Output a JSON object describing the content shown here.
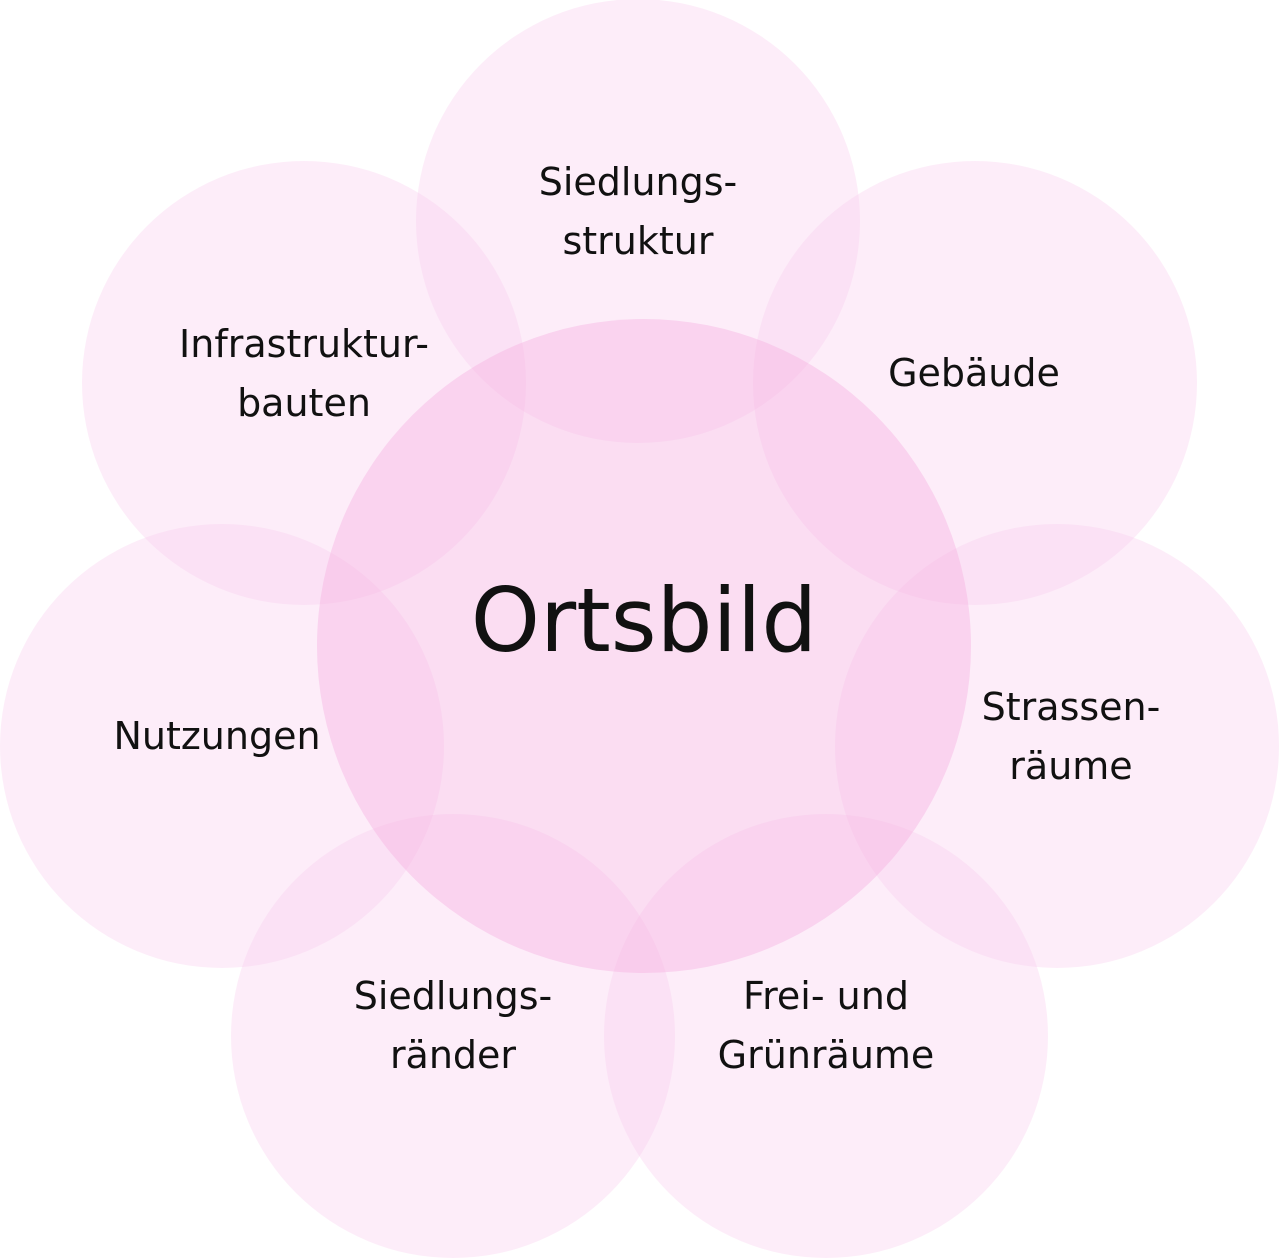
{
  "diagram": {
    "center": {
      "label": "Ortsbild"
    },
    "nodes": [
      {
        "id": "siedlungsstruktur",
        "lines": [
          "Siedlungs-",
          "struktur"
        ]
      },
      {
        "id": "gebaeude",
        "lines": [
          "Gebäude"
        ]
      },
      {
        "id": "strassenraeume",
        "lines": [
          "Strassen-",
          "räume"
        ]
      },
      {
        "id": "frei-und-gruenraeume",
        "lines": [
          "Frei- und",
          "Grünräume"
        ]
      },
      {
        "id": "siedlungsraender",
        "lines": [
          "Siedlungs-",
          "ränder"
        ]
      },
      {
        "id": "nutzungen",
        "lines": [
          "Nutzungen"
        ]
      },
      {
        "id": "infrastrukturbauten",
        "lines": [
          "Infrastruktur-",
          "bauten"
        ]
      }
    ]
  }
}
